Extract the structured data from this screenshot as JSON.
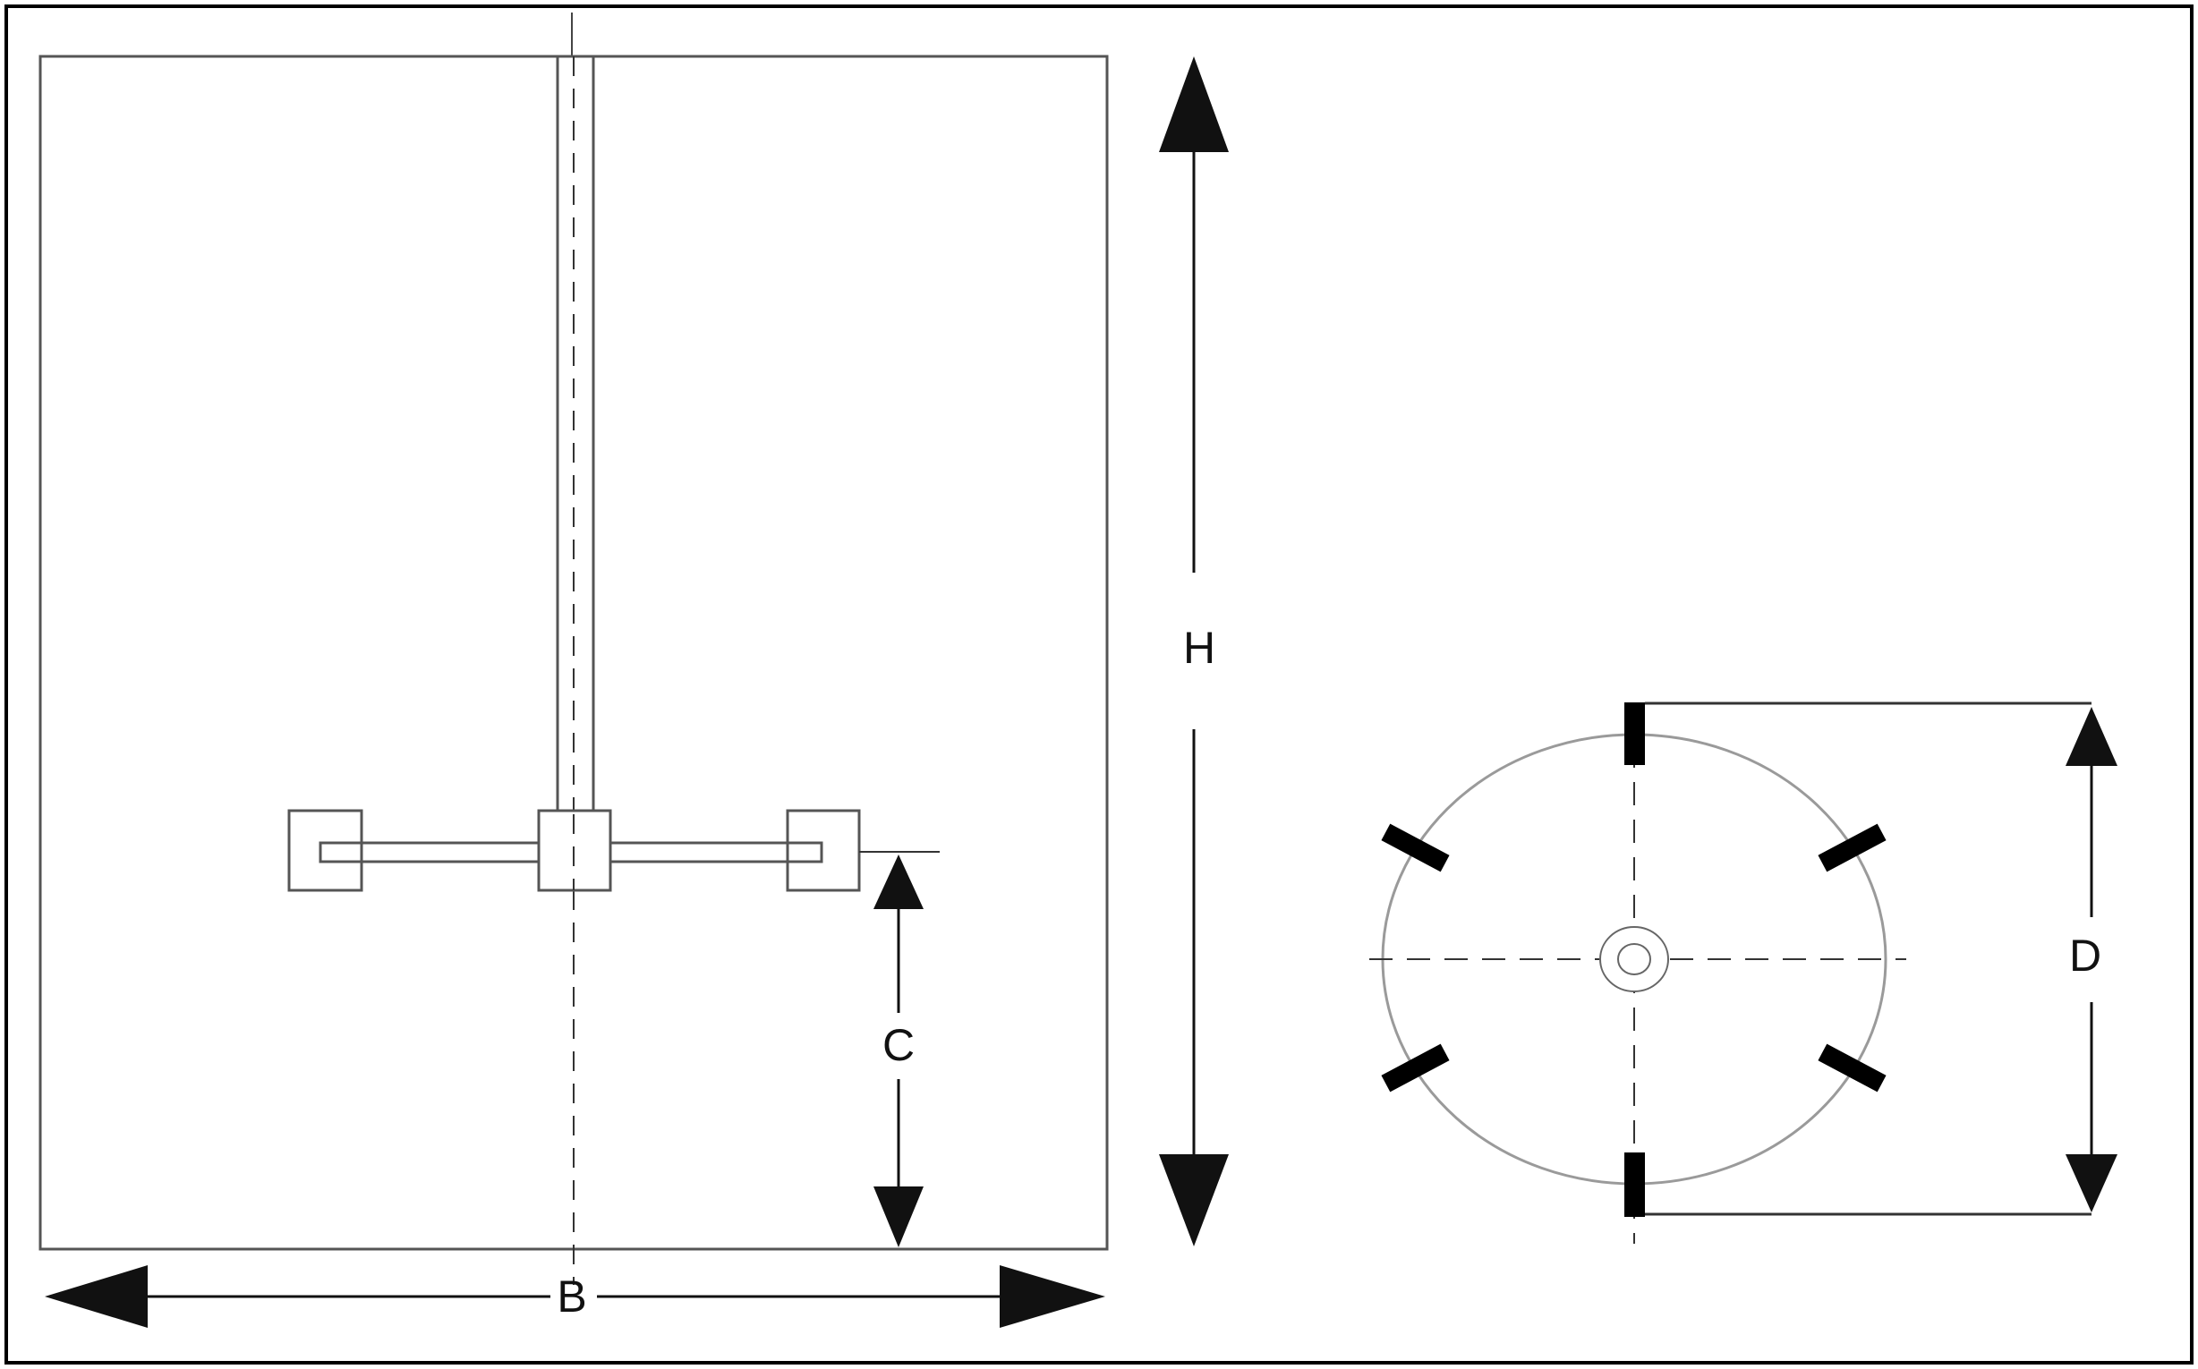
{
  "labels": {
    "height": "H",
    "width": "B",
    "clearance": "C",
    "diameter": "D"
  },
  "colors": {
    "frame": "#000000",
    "tank_outline": "#555555",
    "circle_outline": "#9a9a9a",
    "ink": "#111111"
  },
  "baffles": {
    "count": 6
  }
}
